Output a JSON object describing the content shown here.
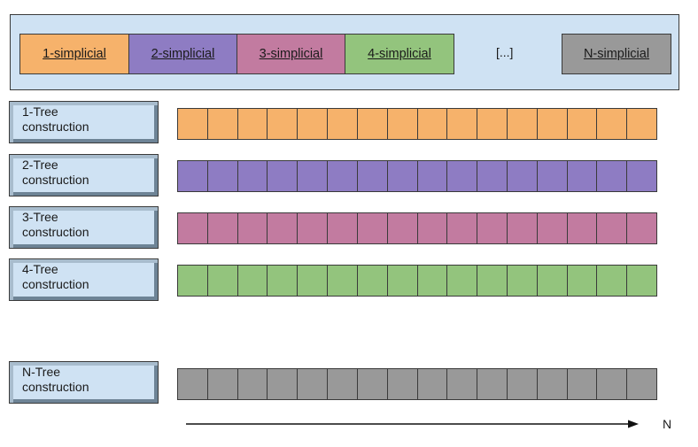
{
  "simplicial_panel": {
    "boxes": [
      {
        "label": "1-simplicial",
        "color": "#f6b26b"
      },
      {
        "label": "2-simplicial",
        "color": "#8e7cc3"
      },
      {
        "label": "3-simplicial",
        "color": "#c27ba0"
      },
      {
        "label": "4-simplicial",
        "color": "#93c47d"
      },
      {
        "label": "N-simplicial",
        "color": "#999999"
      }
    ],
    "ellipsis": "[...]"
  },
  "trees": [
    {
      "label": "1-Tree\nconstruction",
      "color": "#f6b26b"
    },
    {
      "label": "2-Tree\nconstruction",
      "color": "#8e7cc3"
    },
    {
      "label": "3-Tree\nconstruction",
      "color": "#c27ba0"
    },
    {
      "label": "4-Tree\nconstruction",
      "color": "#93c47d"
    },
    {
      "label": "N-Tree\nconstruction",
      "color": "#999999"
    }
  ],
  "cells_per_row": 16,
  "axis": {
    "label": "N"
  }
}
